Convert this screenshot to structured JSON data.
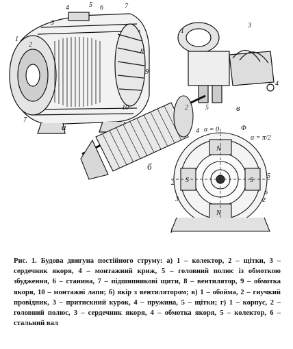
{
  "figure": {
    "sublabels": {
      "a": "а",
      "b": "б",
      "v": "в",
      "g": "г"
    },
    "motor_labels": [
      "1",
      "2",
      "3",
      "4",
      "5",
      "6",
      "7",
      "8",
      "9",
      "10",
      "7"
    ],
    "brush_labels": [
      "1",
      "2",
      "3",
      "5",
      "4"
    ],
    "section_labels": [
      "1",
      "2",
      "3",
      "4",
      "5",
      "6"
    ],
    "angle_labels": {
      "alpha0": "α = 0",
      "phi": "Φ",
      "alpha_pi2": "α = π/2"
    },
    "pole_labels": {
      "n": "N",
      "s": "S"
    }
  },
  "caption": {
    "text": "Рис. 1. Будова двигуна постійного струму: а) 1 – колектор, 2 – щітки, 3 – сердечник якоря, 4 – монтажний криж, 5 – головний полюс із обмоткою збудження, 6 – станина, 7 – підшипникові щити, 8 – вентилятор, 9 – обмотка якоря, 10 – монтажні лапи; б) якір з вентилятором; в) 1 – обойма, 2 – гнучкий провідник, 3 – притискний курок, 4 – пружина, 5 – щітки; г) 1 – корпус, 2 – головний полюс, 3 – сердечник якоря, 4 – обмотка якоря, 5 – колектор, 6 – стальний вал"
  }
}
